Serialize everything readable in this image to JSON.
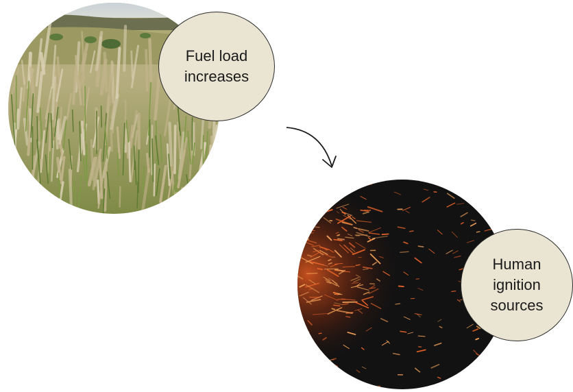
{
  "nodes": [
    {
      "id": "fuel-load",
      "label_line1": "Fuel load",
      "label_line2": "increases",
      "photo": "grassland-photo"
    },
    {
      "id": "human-ignition",
      "label_line1": "Human",
      "label_line2": "ignition",
      "label_line3": "sources",
      "photo": "sparks-photo"
    }
  ],
  "connector": {
    "from": "fuel-load",
    "to": "human-ignition",
    "icon": "curved-arrow-icon"
  },
  "colors": {
    "bubble_fill": "#eae5d3",
    "bubble_border": "#2a2a2a",
    "spark": "#e8642a",
    "night": "#121212"
  }
}
